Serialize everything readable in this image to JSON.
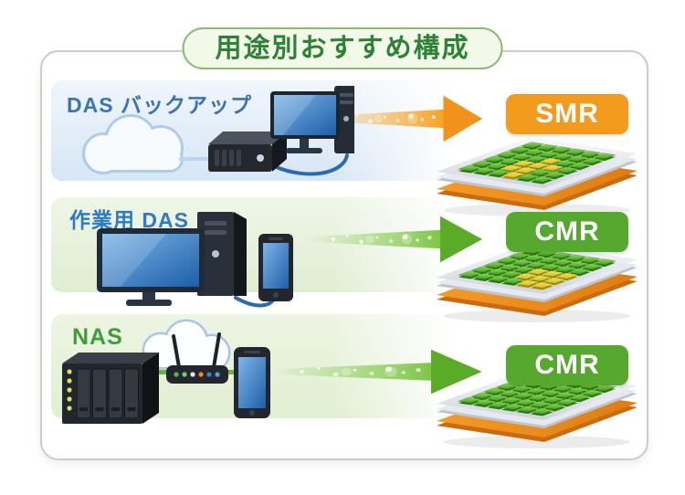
{
  "title": "用途別おすすめ構成",
  "title_color": "#2F8138",
  "rows": [
    {
      "label": "DAS バックアップ",
      "label_color": "#3D72B4",
      "band_top": "#F0F6FC",
      "band_bottom": "#D7E6F5",
      "devices": [
        "cloud-icon",
        "external-drive-icon",
        "desktop-pc-icon"
      ],
      "arrow": {
        "trail": "#F6A224",
        "head": "#F0921B"
      },
      "result": "SMR",
      "result_bg": "#F29B1D",
      "hdd": {
        "yellow_cells": [
          [
            2,
            3
          ],
          [
            3,
            2
          ],
          [
            3,
            3
          ],
          [
            3,
            4
          ],
          [
            4,
            2
          ],
          [
            4,
            3
          ],
          [
            5,
            3
          ]
        ]
      }
    },
    {
      "label": "作業用 DAS",
      "label_color": "#2E79C2",
      "band_top": "#EFF6E7",
      "band_bottom": "#DFEDD2",
      "devices": [
        "monitor-icon",
        "tower-pc-icon",
        "smartphone-icon"
      ],
      "arrow": {
        "trail": "#7CC544",
        "head": "#5AAB27"
      },
      "result": "CMR",
      "result_bg": "#56A82F",
      "hdd": {
        "yellow_cells": [
          [
            3,
            3
          ],
          [
            3,
            4
          ],
          [
            3,
            5
          ],
          [
            4,
            3
          ],
          [
            4,
            4
          ],
          [
            4,
            5
          ],
          [
            5,
            4
          ],
          [
            5,
            5
          ]
        ]
      }
    },
    {
      "label": "NAS",
      "label_color": "#3F9C3B",
      "band_top": "#EDF5E3",
      "band_bottom": "#E0EFD1",
      "devices": [
        "nas-icon",
        "router-icon",
        "smartphone-icon",
        "cloud-icon"
      ],
      "arrow": {
        "trail": "#7CC544",
        "head": "#5AAB27"
      },
      "result": "CMR",
      "result_bg": "#56A82F",
      "hdd": {
        "yellow_cells": []
      }
    }
  ]
}
